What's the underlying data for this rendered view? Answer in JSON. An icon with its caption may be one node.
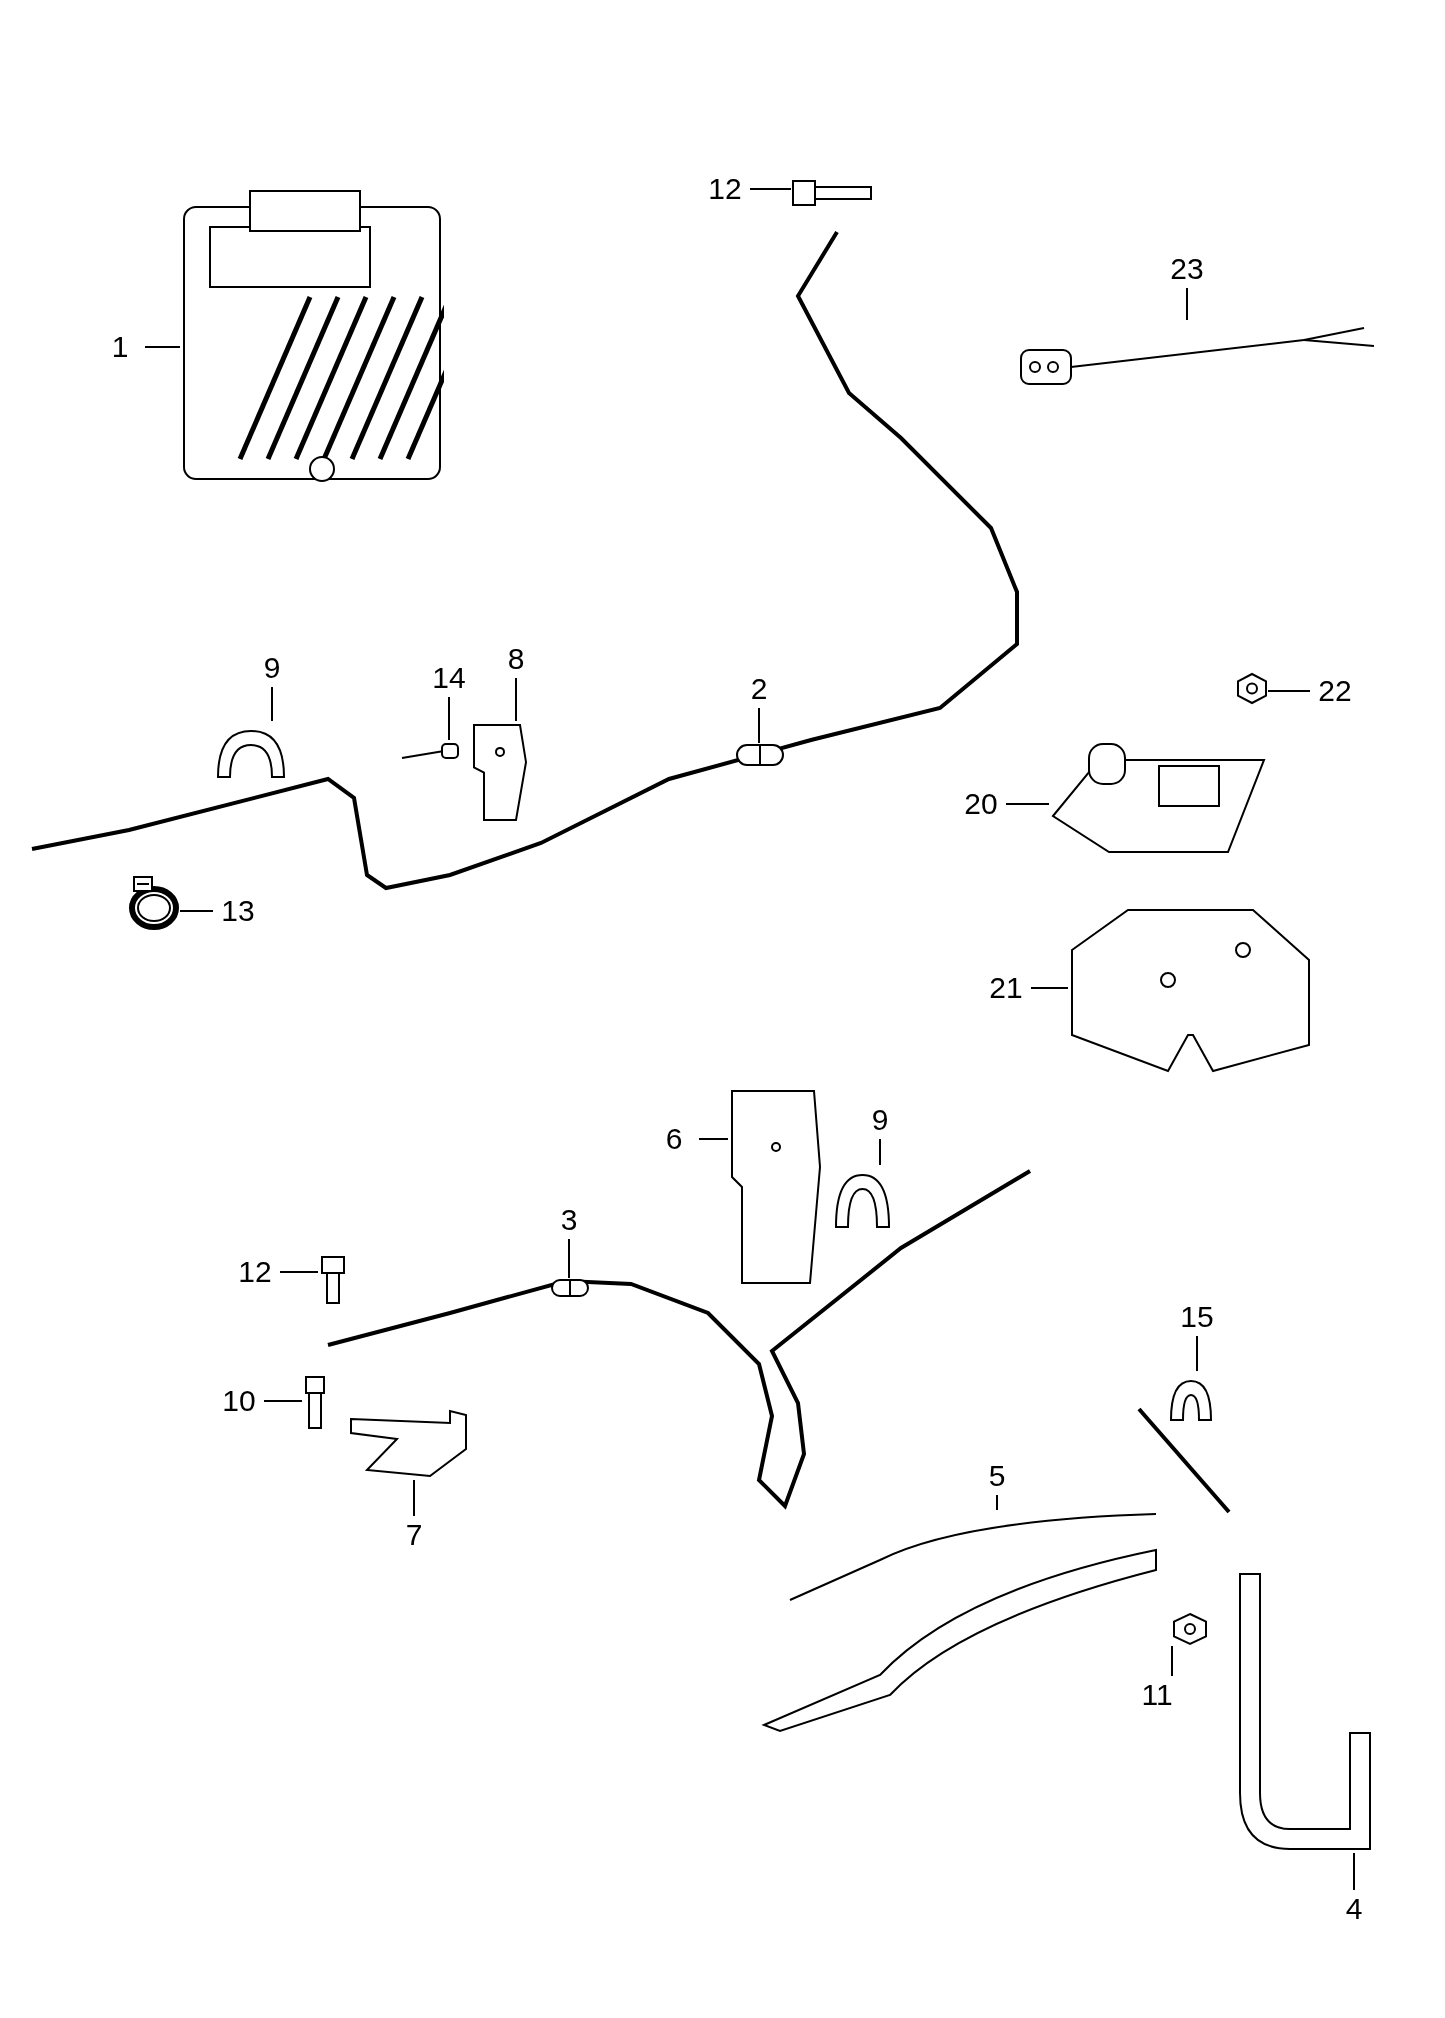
{
  "diagram": {
    "nodes": [
      {
        "text": [
          "12"
        ]
      },
      {
        "text": [
          "23"
        ]
      },
      {
        "text": [
          "1"
        ]
      },
      {
        "text": [
          "9"
        ]
      },
      {
        "text": [
          "8"
        ]
      },
      {
        "text": [
          "14"
        ]
      },
      {
        "text": [
          "2"
        ]
      },
      {
        "text": [
          "22"
        ]
      },
      {
        "text": [
          "20"
        ]
      },
      {
        "text": [
          "13"
        ]
      },
      {
        "text": [
          "21"
        ]
      },
      {
        "text": [
          "6"
        ]
      },
      {
        "text": [
          "9"
        ]
      },
      {
        "text": [
          "3"
        ]
      },
      {
        "text": [
          "12"
        ]
      },
      {
        "text": [
          "15"
        ]
      },
      {
        "text": [
          "10"
        ]
      },
      {
        "text": [
          "5"
        ]
      },
      {
        "text": [
          "7"
        ]
      },
      {
        "text": [
          "11"
        ]
      },
      {
        "text": [
          "4"
        ]
      },
      {
        "text": [],
        "shape": "picture"
      },
      {
        "text": [],
        "shape": "picture"
      },
      {
        "text": [],
        "shape": "picture"
      },
      {
        "text": [],
        "shape": "picture"
      },
      {
        "text": [],
        "shape": "picture"
      },
      {
        "text": [],
        "shape": "picture"
      },
      {
        "text": [],
        "shape": "picture"
      },
      {
        "text": [],
        "shape": "picture"
      },
      {
        "text": [],
        "shape": "picture"
      },
      {
        "text": [],
        "shape": "picture"
      },
      {
        "text": [],
        "shape": "picture"
      },
      {
        "text": [],
        "shape": "picture"
      },
      {
        "text": [],
        "shape": "picture"
      },
      {
        "text": [],
        "shape": "picture"
      },
      {
        "text": [],
        "shape": "picture"
      },
      {
        "text": [],
        "shape": "picture"
      },
      {
        "text": [],
        "shape": "picture"
      },
      {
        "text": [],
        "shape": "picture"
      },
      {
        "text": [],
        "shape": "picture"
      },
      {
        "text": [],
        "shape": "picture"
      },
      {
        "text": [],
        "shape": "picture"
      }
    ],
    "edges": [
      {
        "from": 0,
        "to": 21,
        "arrow": "none"
      },
      {
        "from": 1,
        "to": 22,
        "arrow": "none"
      },
      {
        "from": 2,
        "to": 23,
        "arrow": "none"
      },
      {
        "from": 3,
        "to": 24,
        "arrow": "none"
      },
      {
        "from": 4,
        "to": 25,
        "arrow": "none"
      },
      {
        "from": 5,
        "to": 26,
        "arrow": "none"
      },
      {
        "from": 6,
        "to": 27,
        "arrow": "none"
      },
      {
        "from": 7,
        "to": 28,
        "arrow": "none"
      },
      {
        "from": 8,
        "to": 29,
        "arrow": "none"
      },
      {
        "from": 9,
        "to": 30,
        "arrow": "none"
      },
      {
        "from": 10,
        "to": 31,
        "arrow": "none"
      },
      {
        "from": 11,
        "to": 32,
        "arrow": "none"
      },
      {
        "from": 12,
        "to": 33,
        "arrow": "none"
      },
      {
        "from": 13,
        "to": 34,
        "arrow": "none"
      },
      {
        "from": 14,
        "to": 35,
        "arrow": "none"
      },
      {
        "from": 15,
        "to": 36,
        "arrow": "none"
      },
      {
        "from": 16,
        "to": 37,
        "arrow": "none"
      },
      {
        "from": 17,
        "to": 38,
        "arrow": "none"
      },
      {
        "from": 18,
        "to": 39,
        "arrow": "none"
      },
      {
        "from": 19,
        "to": 40,
        "arrow": "none"
      },
      {
        "from": 20,
        "to": 41,
        "arrow": "none"
      }
    ]
  }
}
